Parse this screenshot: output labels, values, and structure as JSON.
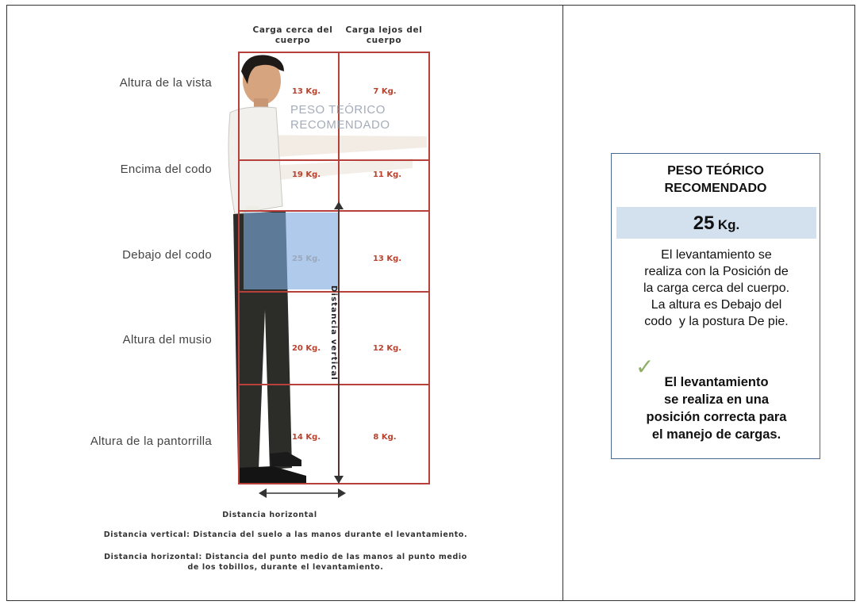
{
  "diagram": {
    "column_headers": [
      "Carga cerca del cuerpo",
      "Carga lejos del cuerpo"
    ],
    "rows": [
      {
        "label": "Altura de la vista",
        "near": "13 Kg.",
        "far": "7 Kg."
      },
      {
        "label": "Encima del codo",
        "near": "19 Kg.",
        "far": "11 Kg."
      },
      {
        "label": "Debajo del codo",
        "near": "25 Kg.",
        "far": "13 Kg."
      },
      {
        "label": "Altura del musio",
        "near": "20 Kg.",
        "far": "12 Kg."
      },
      {
        "label": "Altura de la pantorrilla",
        "near": "14 Kg.",
        "far": "8 Kg."
      }
    ],
    "watermark_lines": [
      "PESO TEÓRICO",
      "RECOMENDADO"
    ],
    "vertical_axis_label": "Distancia vertical",
    "horizontal_axis_label": "Distancia horizontal",
    "def_vertical": "Distancia vertical: Distancia del suelo a las manos durante el levantamiento.",
    "def_horizontal_1": "Distancia horizontal: Distancia del punto medio de las manos al punto medio",
    "def_horizontal_2": "de los tobillos, durante el levantamiento."
  },
  "info_box": {
    "title_1": "PESO TEÓRICO",
    "title_2": "RECOMENDADO",
    "weight_value": "25",
    "weight_unit": "Kg.",
    "desc_1": "El levantamiento se",
    "desc_2": "realiza con la Posición de",
    "desc_3": "la carga cerca del cuerpo.",
    "desc_4": "La altura es Debajo del",
    "desc_5": "codo  y la postura De pie.",
    "ok_1": "El levantamiento",
    "ok_2": "se realiza en una",
    "ok_3": "posición correcta para",
    "ok_4": "el manejo de cargas.",
    "check_icon": "checkmark-icon"
  }
}
